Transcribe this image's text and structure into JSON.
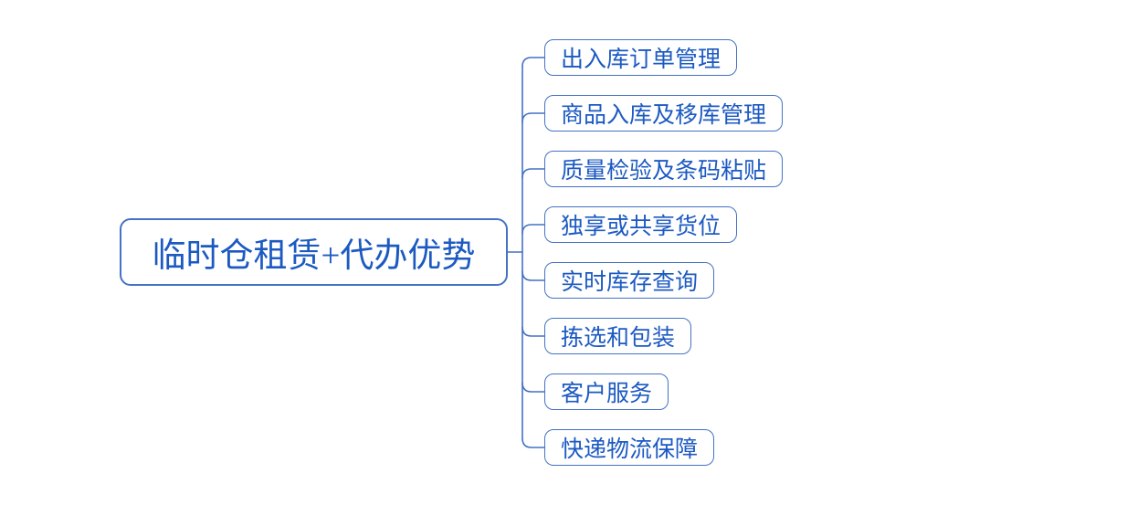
{
  "diagram": {
    "root": {
      "label": "临时仓租赁+代办优势"
    },
    "children": [
      {
        "label": "出入库订单管理"
      },
      {
        "label": "商品入库及移库管理"
      },
      {
        "label": "质量检验及条码粘贴"
      },
      {
        "label": "独享或共享货位"
      },
      {
        "label": "实时库存查询"
      },
      {
        "label": "拣选和包装"
      },
      {
        "label": "客户服务"
      },
      {
        "label": "快递物流保障"
      }
    ],
    "colors": {
      "border": "#4472C4",
      "text": "#1C5AC2",
      "line": "#4472C4",
      "background": "#FFFFFF"
    }
  }
}
